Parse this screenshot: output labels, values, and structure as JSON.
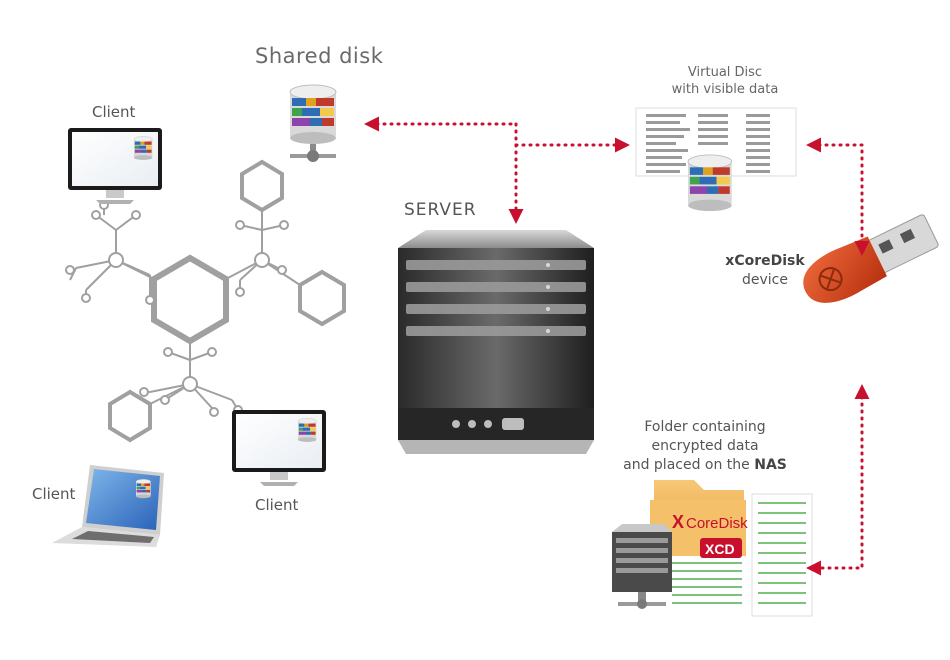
{
  "labels": {
    "shared_disk": "Shared disk",
    "server": "SERVER",
    "client_top": "Client",
    "client_right": "Client",
    "client_laptop": "Client",
    "virtual_disc_line1": "Virtual Disc",
    "virtual_disc_line2": "with visible data",
    "xcoredisk_name": "xCoreDisk",
    "xcoredisk_device": "device",
    "folder_line1": "Folder containing",
    "folder_line2": "encrypted data",
    "folder_line3_prefix": "and placed on the ",
    "folder_line3_bold": "NAS",
    "folder_brand_left": "X",
    "folder_brand_right": "CoreDisk",
    "folder_badge": "XCD"
  },
  "colors": {
    "arrow": "#c8102e",
    "network": "#9e9e9e",
    "usb_key": "#d2451f",
    "folder": "#f2b45a"
  },
  "icons": {
    "shared_disk": "database-server-icon",
    "server": "server-tower-icon",
    "monitor": "monitor-icon",
    "laptop": "laptop-icon",
    "usb": "usb-key-icon",
    "nas": "nas-server-icon",
    "folder": "folder-icon"
  }
}
